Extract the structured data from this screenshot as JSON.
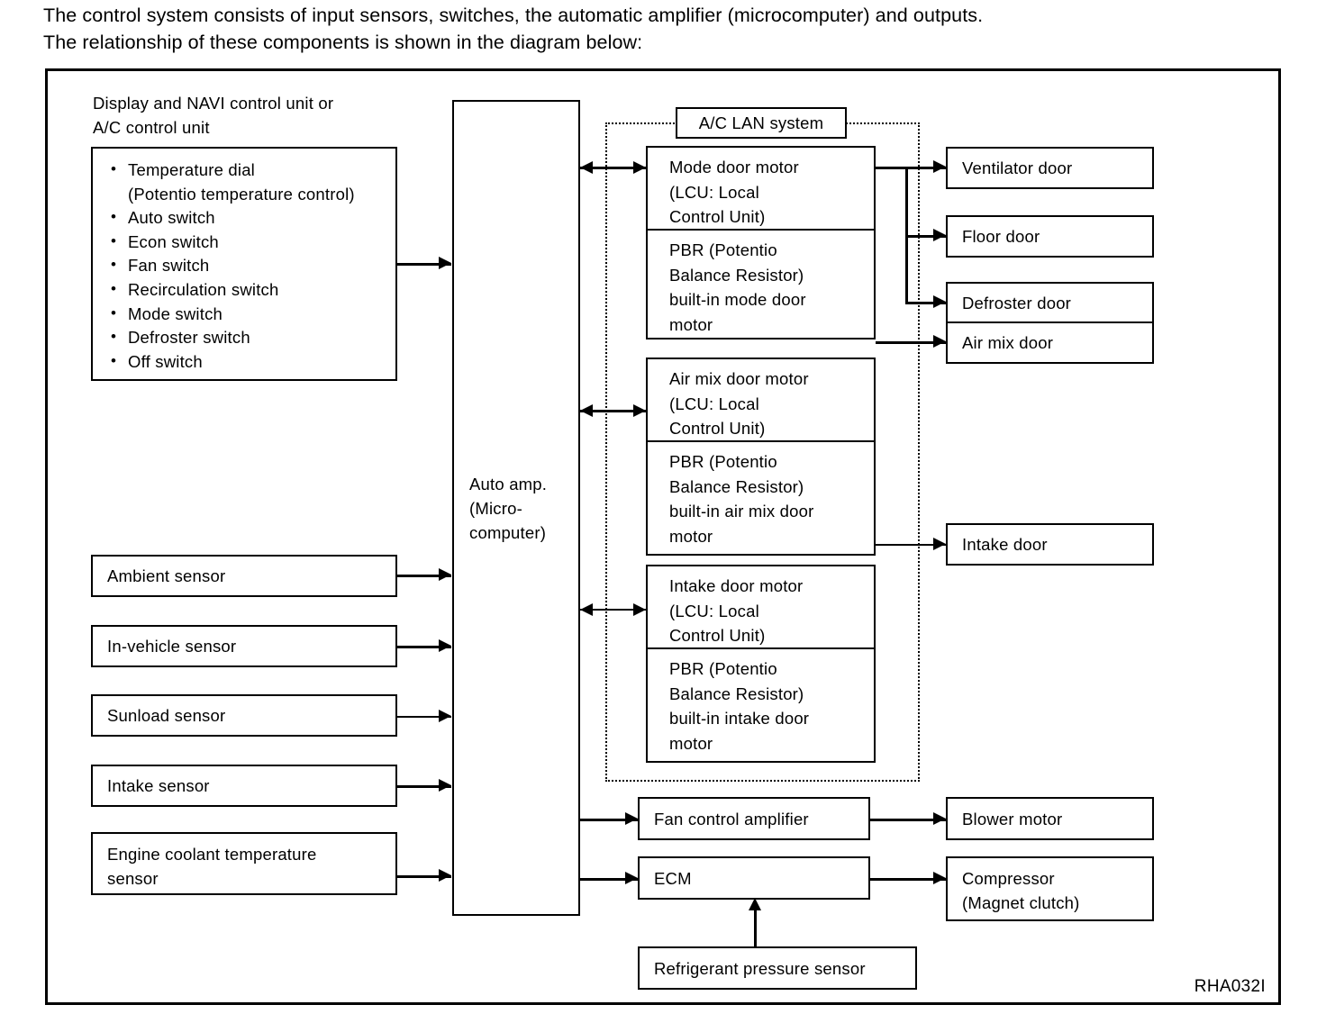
{
  "intro": {
    "paragraph": "The control system consists of input sensors, switches, the automatic amplifier (microcomputer) and outputs.\nThe relationship of these components is shown in the diagram below:"
  },
  "diagram": {
    "figure_code": "RHA032I",
    "control_unit": {
      "caption": "Display and NAVI control unit or\nA/C control unit",
      "items": [
        "Temperature dial\n(Potentio temperature control)",
        "Auto switch",
        "Econ switch",
        "Fan switch",
        "Recirculation switch",
        "Mode switch",
        "Defroster switch",
        "Off switch"
      ]
    },
    "sensors": [
      {
        "label": "Ambient sensor"
      },
      {
        "label": "In-vehicle sensor"
      },
      {
        "label": "Sunload sensor"
      },
      {
        "label": "Intake sensor"
      },
      {
        "label": "Engine coolant temperature\nsensor"
      }
    ],
    "auto_amp": {
      "label": "Auto amp.\n(Micro-\ncomputer)"
    },
    "lan": {
      "label": "A/C LAN system",
      "units": [
        {
          "motor": "Mode door motor\n(LCU: Local\nControl Unit)",
          "pbr": "PBR (Potentio\nBalance Resistor)\nbuilt-in mode door\nmotor"
        },
        {
          "motor": "Air mix door motor\n(LCU: Local\nControl Unit)",
          "pbr": "PBR (Potentio\nBalance Resistor)\nbuilt-in air mix door\nmotor"
        },
        {
          "motor": "Intake door motor\n(LCU: Local\nControl Unit)",
          "pbr": "PBR (Potentio\nBalance Resistor)\nbuilt-in intake door\nmotor"
        }
      ]
    },
    "outputs": [
      {
        "label": "Ventilator door"
      },
      {
        "label": "Floor door"
      },
      {
        "label": "Defroster door"
      },
      {
        "label": "Air mix door"
      },
      {
        "label": "Intake door"
      },
      {
        "label": "Blower motor"
      },
      {
        "label": "Compressor\n(Magnet clutch)"
      }
    ],
    "drivers": [
      {
        "label": "Fan control amplifier"
      },
      {
        "label": "ECM"
      }
    ],
    "pressure_sensor": {
      "label": "Refrigerant pressure sensor"
    }
  }
}
